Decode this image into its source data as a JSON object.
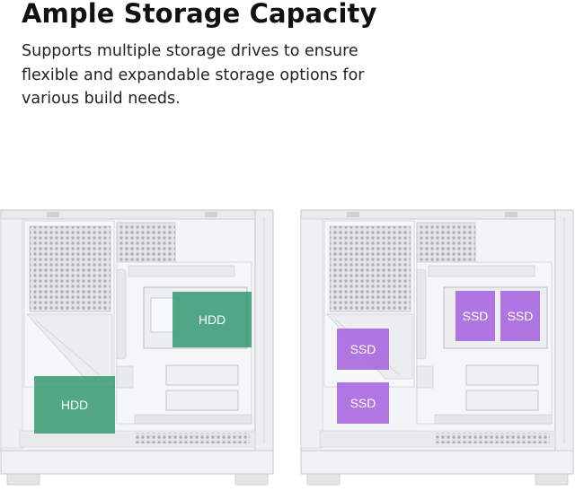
{
  "heading": {
    "title": "Ample Storage Capacity",
    "description": "Supports multiple storage drives to ensure flexible and expandable storage options for various build needs."
  },
  "left_case": {
    "label_top": "HDD",
    "label_bottom": "HDD"
  },
  "right_case": {
    "label_top_1": "SSD",
    "label_top_2": "SSD",
    "label_middle": "SSD",
    "label_bottom": "SSD"
  },
  "colors": {
    "text": "#111111",
    "case_body": "#f1f2f3",
    "case_outline": "#c9cbcd",
    "hdd_overlay": "#2e966c",
    "ssd_overlay": "#a55fe1"
  }
}
